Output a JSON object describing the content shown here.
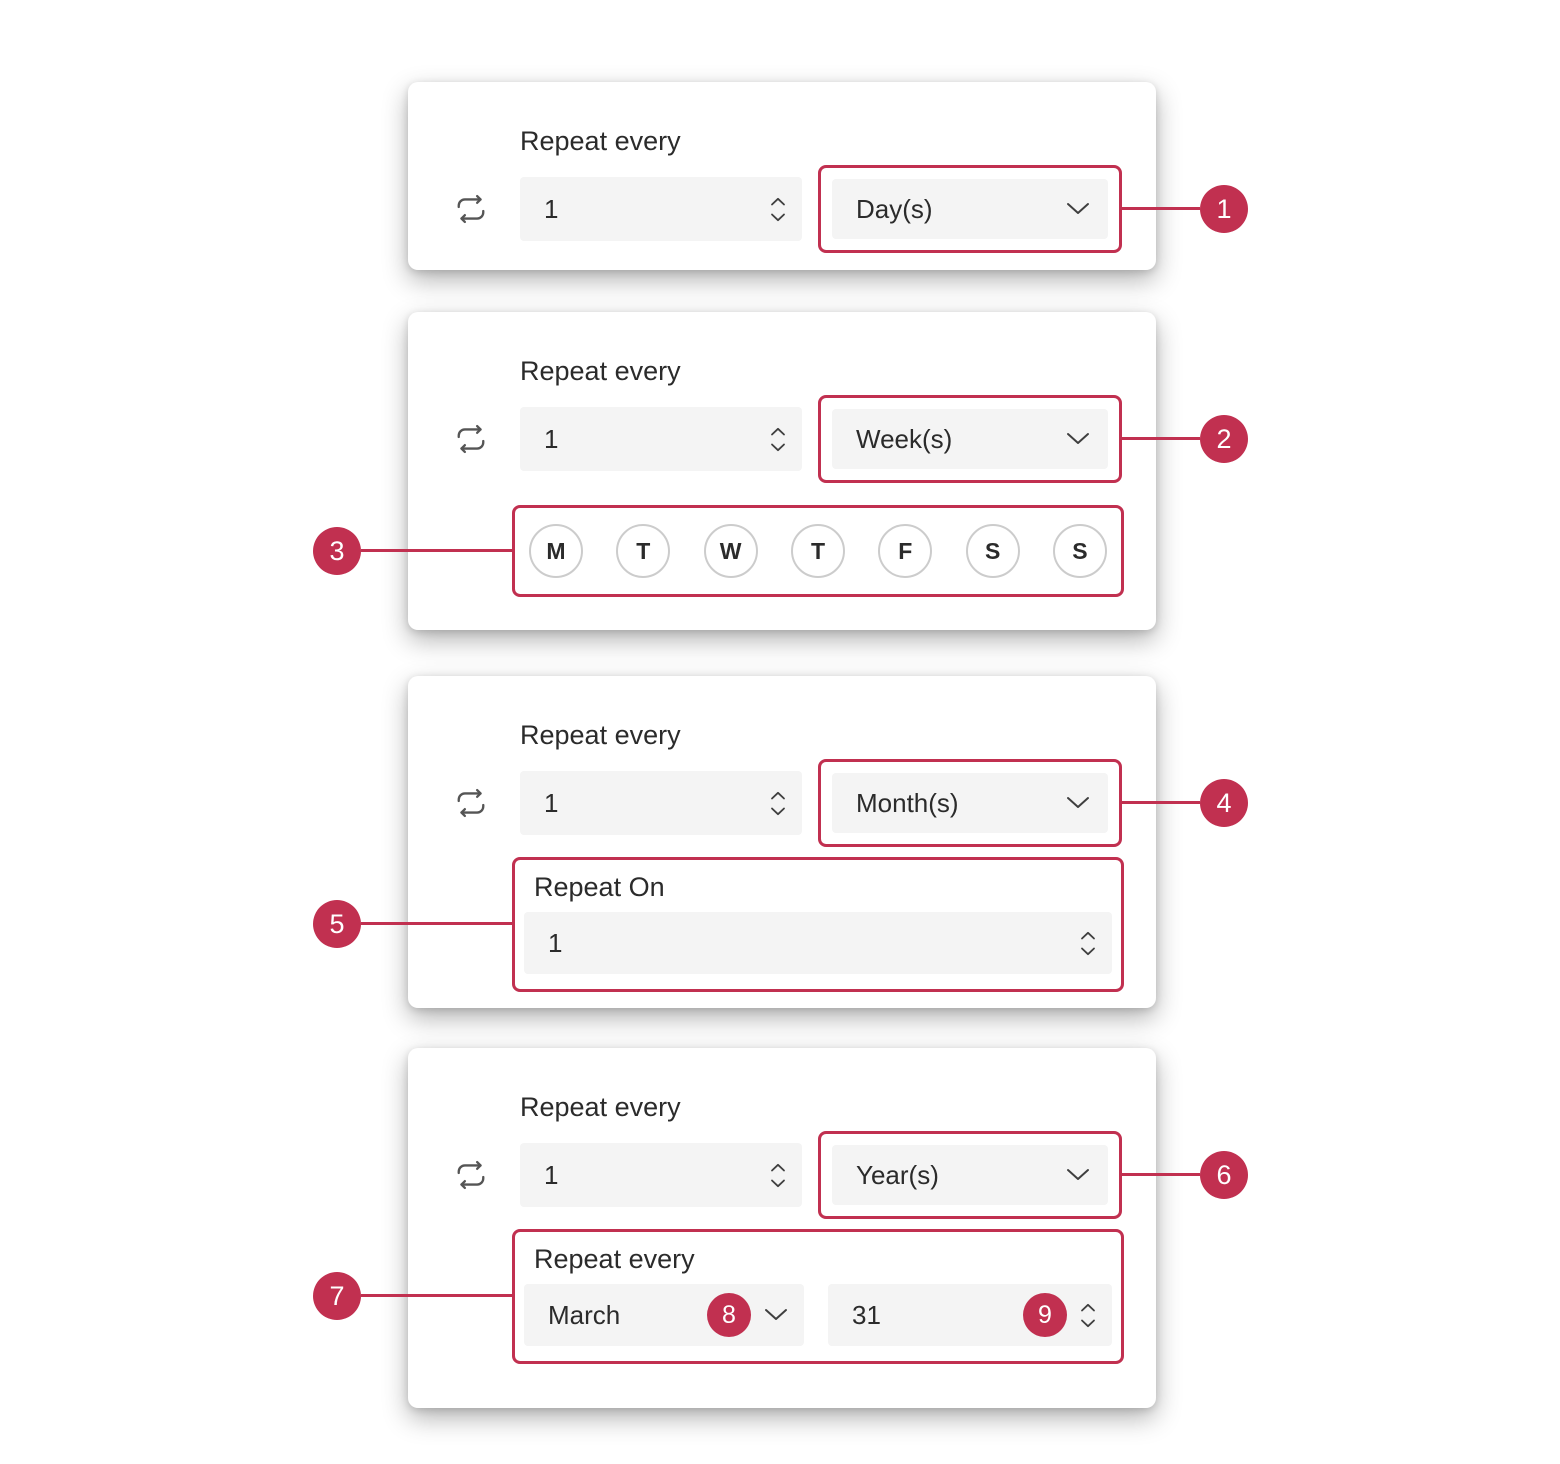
{
  "colors": {
    "accent": "#C13050",
    "input_bg": "#F4F4F4",
    "text": "#2B2B2B",
    "circle_border": "#CCCCCC",
    "icon": "#555555"
  },
  "cards": [
    {
      "repeat_every_label": "Repeat every",
      "interval_value": "1",
      "unit_value": "Day(s)",
      "unit_badge": "1"
    },
    {
      "repeat_every_label": "Repeat every",
      "interval_value": "1",
      "unit_value": "Week(s)",
      "unit_badge": "2",
      "days_badge": "3",
      "days": [
        "M",
        "T",
        "W",
        "T",
        "F",
        "S",
        "S"
      ]
    },
    {
      "repeat_every_label": "Repeat every",
      "interval_value": "1",
      "unit_value": "Month(s)",
      "unit_badge": "4",
      "repeat_on_badge": "5",
      "repeat_on_label": "Repeat On",
      "repeat_on_value": "1"
    },
    {
      "repeat_every_label": "Repeat every",
      "interval_value": "1",
      "unit_value": "Year(s)",
      "unit_badge": "6",
      "yearly_badge": "7",
      "yearly_section_label": "Repeat every",
      "month_value": "March",
      "month_badge": "8",
      "day_value": "31",
      "day_badge": "9"
    }
  ]
}
